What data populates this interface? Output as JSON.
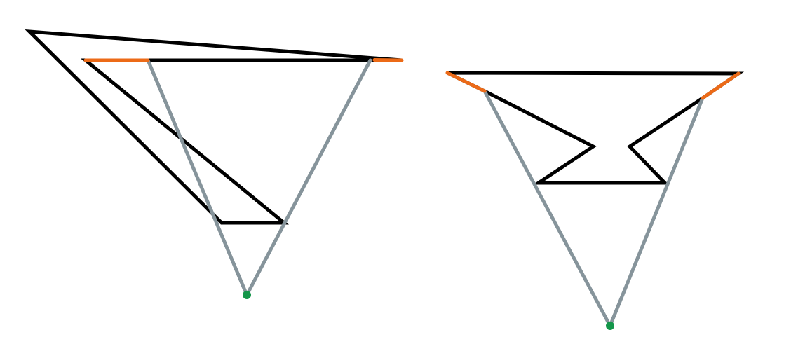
{
  "colors": {
    "background": "#ffffff",
    "polygon_edge": "#000000",
    "sight_line": "#86949b",
    "visible_edge": "#ec6a17",
    "viewpoint": "#14964a"
  },
  "legend": {},
  "figures": [
    {
      "id": "left",
      "label": "",
      "sight_lines": 2,
      "visible_edges": 2
    },
    {
      "id": "right",
      "label": "",
      "sight_lines": 2,
      "visible_edges": 2
    }
  ]
}
